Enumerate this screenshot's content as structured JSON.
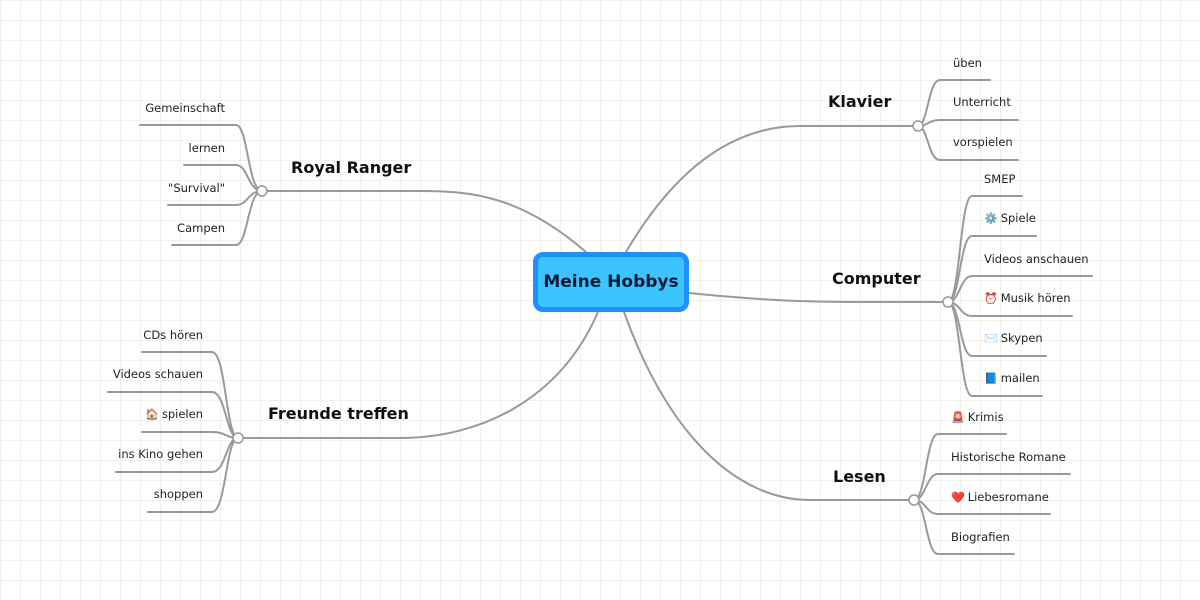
{
  "center": {
    "label": "Meine Hobbys"
  },
  "branches": {
    "klavier": {
      "label": "Klavier",
      "items": [
        {
          "text": "üben"
        },
        {
          "text": "Unterricht"
        },
        {
          "text": "vorspielen"
        }
      ]
    },
    "computer": {
      "label": "Computer",
      "items": [
        {
          "text": "SMEP"
        },
        {
          "text": "Spiele",
          "icon": "gear-icon",
          "glyph": "⚙️"
        },
        {
          "text": "Videos anschauen"
        },
        {
          "text": "Musik hören",
          "icon": "alarm-clock-icon",
          "glyph": "⏰"
        },
        {
          "text": "Skypen",
          "icon": "envelope-icon",
          "glyph": "✉️"
        },
        {
          "text": "mailen",
          "icon": "book-icon",
          "glyph": "📘"
        }
      ]
    },
    "lesen": {
      "label": "Lesen",
      "items": [
        {
          "text": "Krimis",
          "icon": "siren-icon",
          "glyph": "🚨"
        },
        {
          "text": "Historische Romane"
        },
        {
          "text": "Liebesromane",
          "icon": "heart-icon",
          "glyph": "❤️"
        },
        {
          "text": "Biografien"
        }
      ]
    },
    "royal_ranger": {
      "label": "Royal Ranger",
      "items": [
        {
          "text": "Gemeinschaft"
        },
        {
          "text": "lernen"
        },
        {
          "text": "\"Survival\""
        },
        {
          "text": "Campen"
        }
      ]
    },
    "freunde": {
      "label": "Freunde treffen",
      "items": [
        {
          "text": "CDs hören"
        },
        {
          "text": "Videos schauen"
        },
        {
          "text": "spielen",
          "icon": "house-icon",
          "glyph": "🏠"
        },
        {
          "text": "ins Kino gehen"
        },
        {
          "text": "shoppen"
        }
      ]
    }
  },
  "colors": {
    "connector": "#999999",
    "center_fill": "#3cc4ff",
    "center_border": "#1e90ff"
  }
}
